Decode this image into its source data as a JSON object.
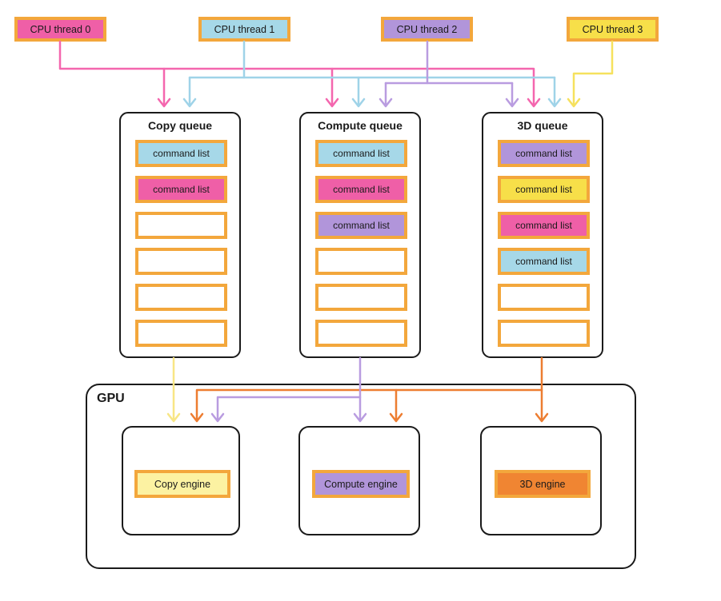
{
  "palette": {
    "pink": "#ef5fa7",
    "blue": "#a6d8e8",
    "purple": "#b195da",
    "yellow": "#f7df49",
    "light_yellow": "#fcf2a2",
    "orange_fill": "#f08532",
    "orange_border": "#f3a73c",
    "black": "#1a1a1a"
  },
  "cpu_threads": [
    {
      "label": "CPU thread 0",
      "fill": "#ef5fa7"
    },
    {
      "label": "CPU thread 1",
      "fill": "#a6d8e8"
    },
    {
      "label": "CPU thread 2",
      "fill": "#b195da"
    },
    {
      "label": "CPU thread 3",
      "fill": "#f7df49"
    }
  ],
  "queues": [
    {
      "title": "Copy queue",
      "slots": [
        {
          "label": "command list",
          "fill": "#a6d8e8"
        },
        {
          "label": "command list",
          "fill": "#ef5fa7"
        },
        {
          "label": "",
          "fill": "#ffffff"
        },
        {
          "label": "",
          "fill": "#ffffff"
        },
        {
          "label": "",
          "fill": "#ffffff"
        },
        {
          "label": "",
          "fill": "#ffffff"
        }
      ]
    },
    {
      "title": "Compute queue",
      "slots": [
        {
          "label": "command list",
          "fill": "#a6d8e8"
        },
        {
          "label": "command list",
          "fill": "#ef5fa7"
        },
        {
          "label": "command list",
          "fill": "#b195da"
        },
        {
          "label": "",
          "fill": "#ffffff"
        },
        {
          "label": "",
          "fill": "#ffffff"
        },
        {
          "label": "",
          "fill": "#ffffff"
        }
      ]
    },
    {
      "title": "3D queue",
      "slots": [
        {
          "label": "command list",
          "fill": "#b195da"
        },
        {
          "label": "command list",
          "fill": "#f7df49"
        },
        {
          "label": "command list",
          "fill": "#ef5fa7"
        },
        {
          "label": "command list",
          "fill": "#a6d8e8"
        },
        {
          "label": "",
          "fill": "#ffffff"
        },
        {
          "label": "",
          "fill": "#ffffff"
        }
      ]
    }
  ],
  "gpu": {
    "label": "GPU",
    "engines": [
      {
        "label": "Copy engine",
        "fill": "#fcf2a2",
        "border": "#f3a73c"
      },
      {
        "label": "Compute engine",
        "fill": "#b195da",
        "border": "#f3a73c"
      },
      {
        "label": "3D engine",
        "fill": "#f08532",
        "border": "#f3a73c"
      }
    ]
  },
  "connector_colors": {
    "thread0": "#f466ae",
    "thread1": "#9fd3e8",
    "thread2": "#b99ce0",
    "thread3": "#f6e15d",
    "copy_queue_to_engine": "#f8e685",
    "compute_queue_to_engines": "#b99ce0",
    "three_d_queue_to_engines": "#ed7d31"
  }
}
